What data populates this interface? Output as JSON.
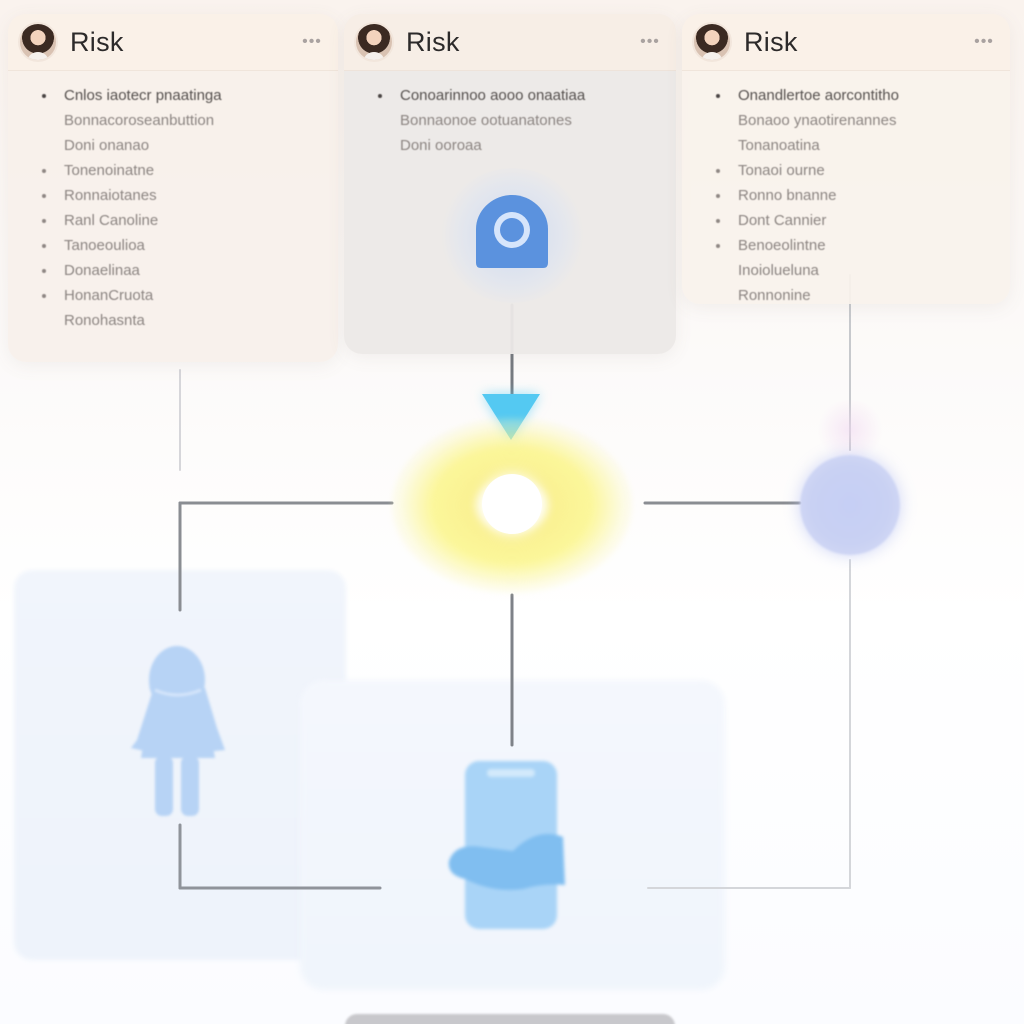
{
  "cards": [
    {
      "title": "Risk",
      "items": [
        {
          "text": "Cnlos iaotecr pnaatinga",
          "bullet": true
        },
        {
          "text": "Bonnacoroseanbuttion",
          "bullet": false
        },
        {
          "text": "Doni onanao",
          "bullet": false
        },
        {
          "text": "Tonenoinatne",
          "bullet": true
        },
        {
          "text": "Ronnaiotanes",
          "bullet": true
        },
        {
          "text": "Ranl Canoline",
          "bullet": true
        },
        {
          "text": "Tanoeoulioa",
          "bullet": true
        },
        {
          "text": "Donaelinaa",
          "bullet": true
        },
        {
          "text": "HonanCruota",
          "bullet": true
        },
        {
          "text": "Ronohasnta",
          "bullet": false
        }
      ]
    },
    {
      "title": "Risk",
      "items": [
        {
          "text": "Conoarinnoo aooo onaatiaa",
          "bullet": true
        },
        {
          "text": "Bonnaonoe ootuanatones",
          "bullet": false
        },
        {
          "text": "Doni ooroaa",
          "bullet": false
        }
      ]
    },
    {
      "title": "Risk",
      "items": [
        {
          "text": "Onandlertoe aorcontitho",
          "bullet": true
        },
        {
          "text": "Bonaoo ynaotirenannes",
          "bullet": false
        },
        {
          "text": "Tonanoatina",
          "bullet": false
        },
        {
          "text": "Tonaoi ourne",
          "bullet": true
        },
        {
          "text": "Ronno bnanne",
          "bullet": true
        },
        {
          "text": "Dont Cannier",
          "bullet": true
        },
        {
          "text": "Benoeolintne",
          "bullet": true
        },
        {
          "text": "Inoiolueluna",
          "bullet": false
        },
        {
          "text": "Ronnonine",
          "bullet": false
        }
      ]
    }
  ],
  "more_glyph": "•••",
  "colors": {
    "hub_glow": "#f7f08a",
    "camera": "#5b92de",
    "triangle": "#54c9f2",
    "right_node": "#c6cff5",
    "person": "#b7d3f5",
    "phone": "#a9d4f7",
    "connector": "#8e9196"
  },
  "icons": {
    "camera": "camera-icon",
    "triangle": "arrow-down-icon",
    "person": "person-icon",
    "phone": "phone-icon"
  }
}
